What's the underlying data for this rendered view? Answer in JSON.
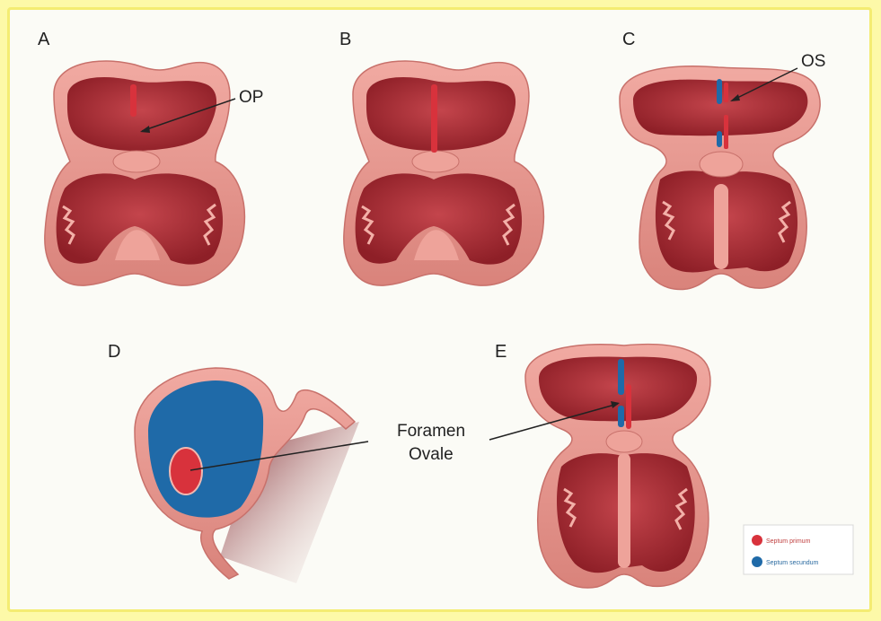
{
  "panels": [
    {
      "id": "A",
      "label": "A",
      "callout": "OP"
    },
    {
      "id": "B",
      "label": "B"
    },
    {
      "id": "C",
      "label": "C",
      "callout": "OS"
    },
    {
      "id": "D",
      "label": "D"
    },
    {
      "id": "E",
      "label": "E"
    }
  ],
  "shared_callout": {
    "line1": "Foramen",
    "line2": "Ovale"
  },
  "legend": {
    "items": [
      {
        "label": "Septum primum",
        "color": "#d8323c"
      },
      {
        "label": "Septum secundum",
        "color": "#1f6aa8"
      }
    ]
  },
  "colors": {
    "tissue": "#e8968e",
    "cavity": "#a92e36",
    "septum_primum": "#d8323c",
    "septum_secundum": "#1f6aa8"
  }
}
